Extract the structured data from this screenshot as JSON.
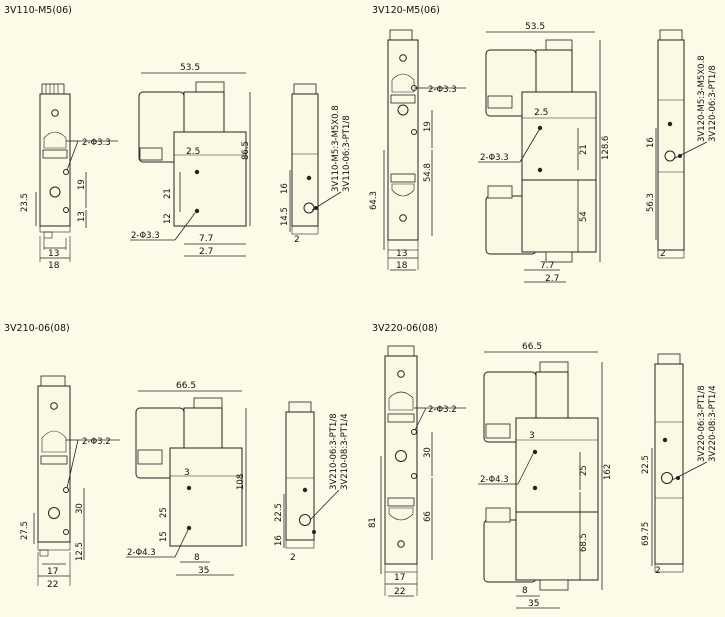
{
  "panels": {
    "p1": {
      "title": "3V110-M5(06)",
      "front": {
        "d1": "2-Φ3.3",
        "d2": "19",
        "d3": "23.5",
        "d4": "13",
        "d5": "13",
        "d6": "18"
      },
      "side": {
        "d1": "53.5",
        "d2": "86.5",
        "d3": "2.5",
        "d4": "21",
        "d5": "12",
        "d6": "2-Φ3.3",
        "d7": "7.7",
        "d8": "2.7"
      },
      "end": {
        "p1": "3V110-M5:3-M5X0.8",
        "p2": "3V110-06:3-PT1/8",
        "d1": "16",
        "d2": "14.5",
        "d3": "2"
      }
    },
    "p2": {
      "title": "3V120-M5(06)",
      "front": {
        "d1": "2-Φ3.3",
        "d2": "19",
        "d3": "54.8",
        "d4": "64.3",
        "d5": "13",
        "d6": "18"
      },
      "side": {
        "d1": "53.5",
        "d2": "2.5",
        "d3": "2-Φ3.3",
        "d4": "21",
        "d5": "128.6",
        "d6": "54",
        "d7": "7.7",
        "d8": "2.7"
      },
      "end": {
        "p1": "3V120-M5:3-M5X0.8",
        "p2": "3V120-06:3-PT1/8",
        "d1": "16",
        "d2": "56.3",
        "d3": "2"
      }
    },
    "p3": {
      "title": "3V210-06(08)",
      "front": {
        "d1": "2-Φ3.2",
        "d2": "30",
        "d3": "27.5",
        "d4": "12.5",
        "d5": "17",
        "d6": "22"
      },
      "side": {
        "d1": "66.5",
        "d2": "108",
        "d3": "3",
        "d4": "25",
        "d5": "15",
        "d6": "2-Φ4.3",
        "d7": "8",
        "d8": "35"
      },
      "end": {
        "p1": "3V210-06:3-PT1/8",
        "p2": "3V210-08:3-PT1/4",
        "d1": "22.5",
        "d2": "16",
        "d3": "2"
      }
    },
    "p4": {
      "title": "3V220-06(08)",
      "front": {
        "d1": "2-Φ3.2",
        "d2": "30",
        "d3": "66",
        "d4": "81",
        "d5": "17",
        "d6": "22"
      },
      "side": {
        "d1": "66.5",
        "d2": "3",
        "d3": "2-Φ4.3",
        "d4": "25",
        "d5": "162",
        "d6": "68.5",
        "d7": "8",
        "d8": "35"
      },
      "end": {
        "p1": "3V220-06:3-PT1/8",
        "p2": "3V220-08:3-PT1/4",
        "d1": "22.5",
        "d2": "69.75",
        "d3": "2"
      }
    }
  }
}
